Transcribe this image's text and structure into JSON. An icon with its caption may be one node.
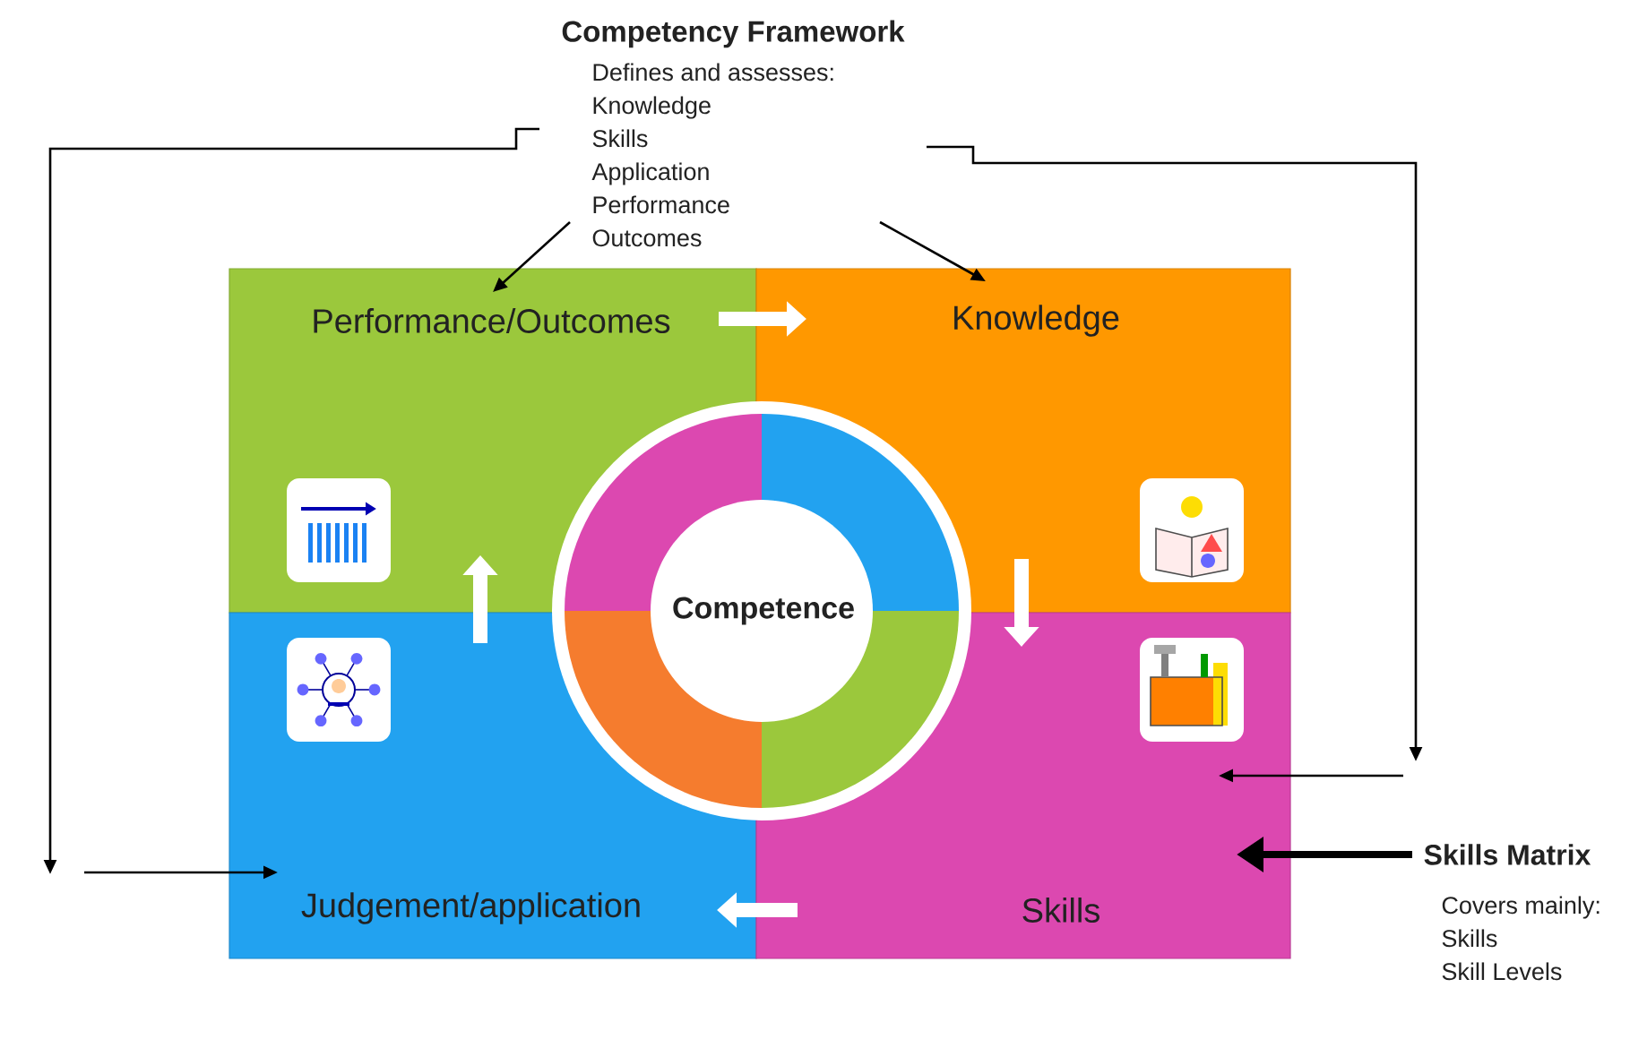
{
  "diagram": {
    "nodes": [
      {
        "text": [
          "Competency Framework",
          "Defines and assesses:",
          "Knowledge",
          "Skills",
          "Application",
          "Performance",
          "Outcomes"
        ]
      },
      {
        "text": [
          "Performance/Outcomes"
        ]
      },
      {
        "text": [
          "Knowledge"
        ]
      },
      {
        "text": [
          "Judgement/application"
        ]
      },
      {
        "text": [
          "Skills"
        ]
      },
      {
        "text": [
          "Competence"
        ]
      },
      {
        "text": [
          "Skills Matrix",
          "Covers mainly:",
          "Skills",
          "Skill Levels"
        ]
      }
    ],
    "edges": [
      {
        "from": 0,
        "to": 1,
        "arrow": "to"
      },
      {
        "from": 0,
        "to": 2,
        "arrow": "to"
      },
      {
        "from": 0,
        "to": null,
        "arrow": "to"
      },
      {
        "from": null,
        "to": 3,
        "arrow": "to"
      },
      {
        "from": 0,
        "to": null,
        "arrow": "to"
      },
      {
        "from": null,
        "to": 4,
        "arrow": "to"
      },
      {
        "from": 6,
        "to": 4,
        "arrow": "to",
        "style": "thick"
      },
      {
        "from": 1,
        "to": 2,
        "arrow": "to",
        "style": "thick",
        "color": "#ffffff"
      },
      {
        "from": 2,
        "to": 4,
        "arrow": "to",
        "style": "thick",
        "color": "#ffffff"
      },
      {
        "from": 4,
        "to": 3,
        "arrow": "to",
        "style": "thick",
        "color": "#ffffff"
      },
      {
        "from": 3,
        "to": 1,
        "arrow": "to",
        "style": "thick",
        "color": "#ffffff"
      }
    ]
  }
}
